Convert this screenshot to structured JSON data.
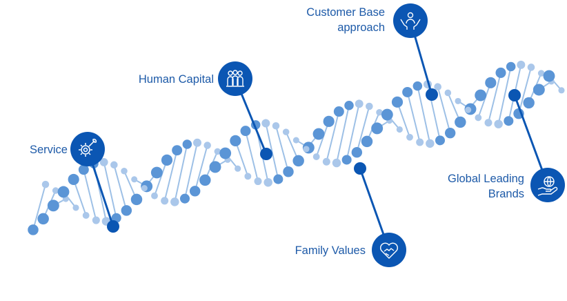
{
  "colors": {
    "helix_dark": "#5b95d6",
    "helix_light": "#aac7ea",
    "rung": "#9dc0e6",
    "node": "#0b56b3",
    "label_text": "#1d5aa8",
    "badge_bg": "#0b56b3",
    "badge_icon": "#ffffff"
  },
  "labels": {
    "service": [
      "Service"
    ],
    "human_capital": [
      "Human Capital"
    ],
    "customer_base": [
      "Customer Base",
      "approach"
    ],
    "family_values": [
      "Family Values"
    ],
    "global_brands": [
      "Global Leading",
      "Brands"
    ]
  },
  "icons": {
    "service": "gear-wrench-icon",
    "human_capital": "team-people-icon",
    "customer_base": "hands-person-icon",
    "family_values": "heart-handshake-icon",
    "global_brands": "globe-hand-icon"
  }
}
